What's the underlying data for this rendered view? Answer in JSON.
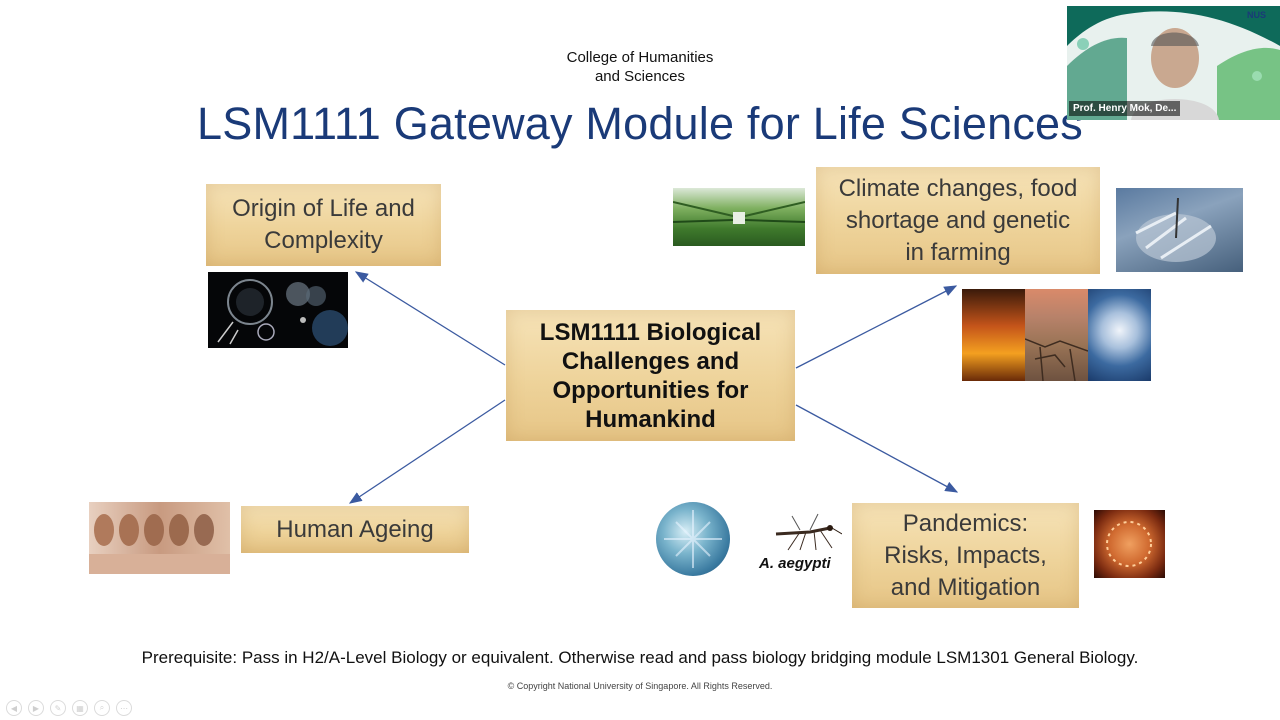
{
  "header": {
    "college_line1": "College of Humanities",
    "college_line2": "and Sciences",
    "title": "LSM1111 Gateway Module for Life Sciences"
  },
  "boxes": {
    "origin": "Origin of Life and\nComplexity",
    "climate": "Climate changes, food\nshortage and genetic\nin farming",
    "center": "LSM1111 Biological\nChallenges and\nOpportunities for\nHumankind",
    "ageing": "Human Ageing",
    "pandemics": "Pandemics:\nRisks, Impacts,\nand Mitigation"
  },
  "mosquito_caption": "A. aegypti",
  "prerequisite": "Prerequisite: Pass in H2/A-Level Biology or equivalent. Otherwise read and pass biology bridging module LSM1301 General Biology.",
  "copyright": "© Copyright National University of Singapore. All Rights Reserved.",
  "video": {
    "speaker": "Prof. Henry Mok, De...",
    "logo_text": "NUS"
  },
  "colors": {
    "title": "#1a3a78",
    "arrow": "#3b5aa0",
    "box": "#eed39a"
  }
}
